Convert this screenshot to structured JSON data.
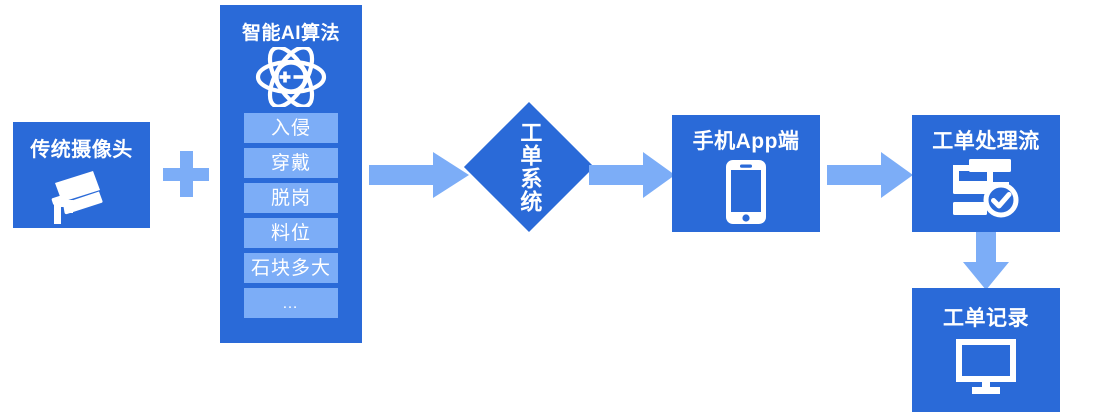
{
  "diagram": {
    "title_visible": false,
    "colors": {
      "primary_blue": "#2a6ad8",
      "light_blue": "#7cadf7",
      "text_white": "#ffffff",
      "background": "#ffffff"
    },
    "nodes": {
      "camera": {
        "label": "传统摄像头",
        "icon": "cctv-camera-icon"
      },
      "plus": {
        "label": "+",
        "icon": "plus-icon"
      },
      "ai": {
        "label": "智能AI算法",
        "icon": "atom-icon",
        "items": [
          {
            "label": "入侵"
          },
          {
            "label": "穿戴"
          },
          {
            "label": "脱岗"
          },
          {
            "label": "料位"
          },
          {
            "label": "石块多大"
          },
          {
            "label": "…"
          }
        ]
      },
      "work_order_system": {
        "label": "工单系统",
        "shape": "diamond"
      },
      "mobile_app": {
        "label": "手机App端",
        "icon": "smartphone-icon"
      },
      "process_flow": {
        "label": "工单处理流",
        "icon": "process-checklist-icon"
      },
      "record": {
        "label": "工单记录",
        "icon": "desktop-monitor-icon"
      }
    },
    "connectors": [
      {
        "name": "ai-to-work-order-system",
        "direction": "right"
      },
      {
        "name": "work-order-system-to-mobile-app",
        "direction": "right"
      },
      {
        "name": "mobile-app-to-process-flow",
        "direction": "right"
      },
      {
        "name": "process-flow-to-record",
        "direction": "down"
      }
    ]
  }
}
